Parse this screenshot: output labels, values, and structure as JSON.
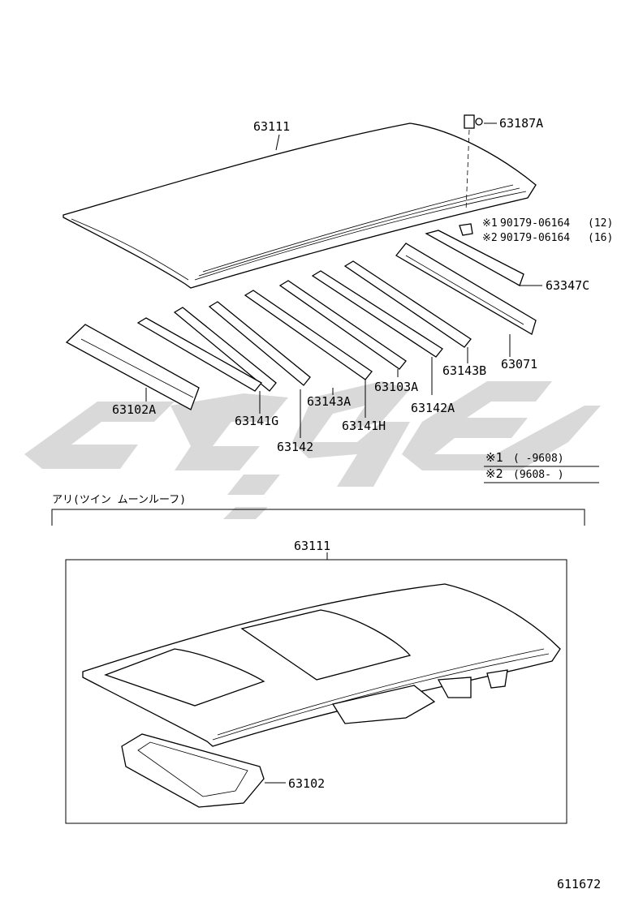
{
  "callouts": {
    "roof_panel": "63111",
    "clip": "63187A",
    "stay": "63347C",
    "rear_header": "63071",
    "front_header": "63102A",
    "bow_141g": "63141G",
    "bow_142": "63142",
    "bow_143a": "63143A",
    "bow_141h": "63141H",
    "bow_103a": "63103A",
    "bow_142a": "63142A",
    "bow_143b": "63143B"
  },
  "bolts": {
    "line1_mark": "※1",
    "line1_part": "90179-06164",
    "line1_qty": "(12)",
    "line2_mark": "※2",
    "line2_part": "90179-06164",
    "line2_qty": "(16)"
  },
  "legend": {
    "row1_mark": "※1",
    "row1_range": "(     -9608)",
    "row2_mark": "※2",
    "row2_range": "(9608-     )"
  },
  "variant": {
    "note": "アリ(ツイン ムーンルーフ)",
    "roof_panel": "63111",
    "sunroof_frame": "63102"
  },
  "diagram_id": "611672"
}
